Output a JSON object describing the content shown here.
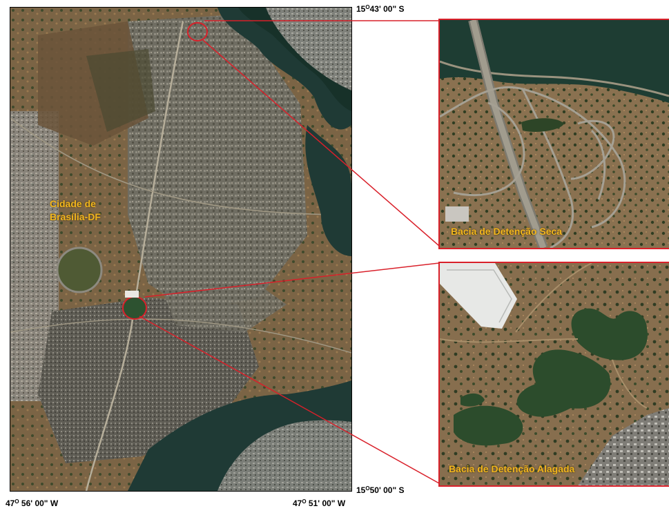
{
  "map": {
    "city_label_line1": "Cidade de",
    "city_label_line2": "Brasília-DF"
  },
  "coordinates": {
    "lat_top": "15",
    "lat_top_rest": "43' 00\" S",
    "lat_bottom": "15",
    "lat_bottom_rest": "50' 00\" S",
    "lon_left": "47",
    "lon_left_rest": " 56' 00\" W",
    "lon_right": "47",
    "lon_right_rest": " 51' 00\" W",
    "degree_mark": "O"
  },
  "insets": {
    "top_label": "Bacia de Detenção Seca",
    "bottom_label": "Bacia de Detenção Alagada"
  },
  "colors": {
    "frame_red": "#d9202a",
    "label_gold": "#f2b61d",
    "water": "#1f3a35",
    "urban": "#6d6b5f",
    "bare_soil": "#8a6a45"
  }
}
